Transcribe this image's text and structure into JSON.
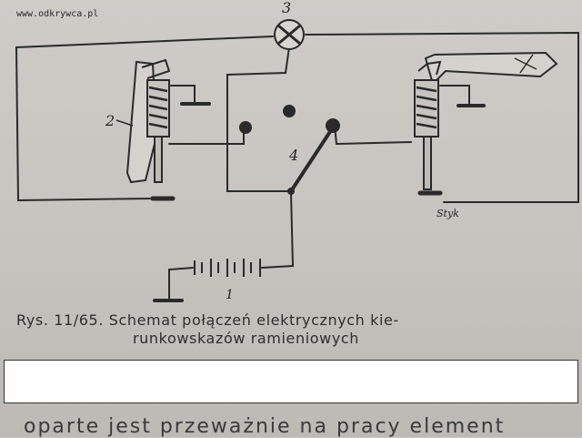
{
  "watermark": "www.odkrywca.pl",
  "labels": {
    "n1": "1",
    "n2": "2",
    "n3": "3",
    "n4": "4",
    "styk": "Styk"
  },
  "caption": {
    "line1": "Rys. 11/65. Schemat połączeń elektrycznych kie-",
    "line2": "runkowskazów ramieniowych"
  },
  "bottom_text": "oparte jest przeważnie na pracy element",
  "colors": {
    "ink": "#2a2a2a",
    "paper": "#c9c6c2"
  }
}
